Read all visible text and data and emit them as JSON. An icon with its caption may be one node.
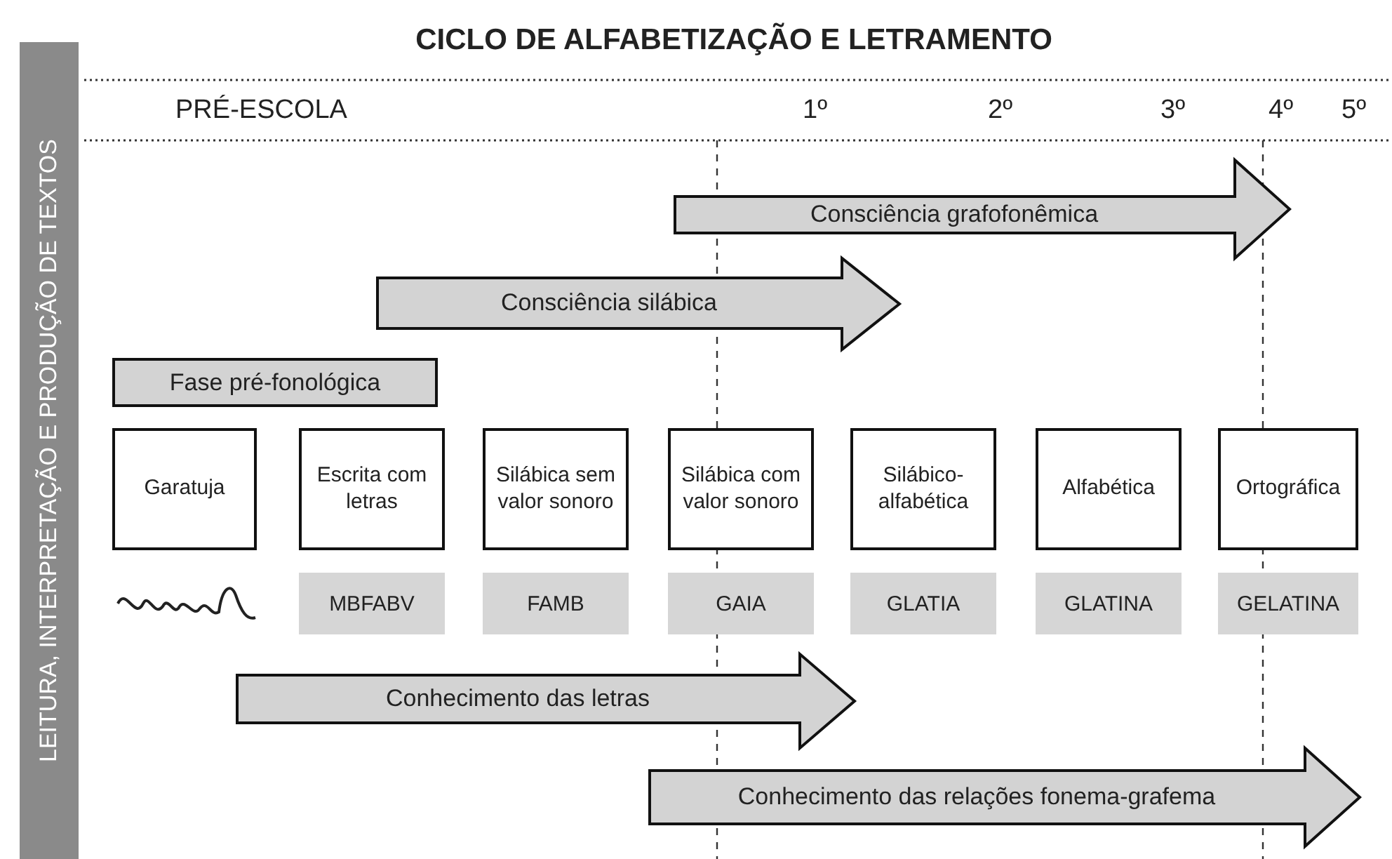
{
  "diagram": {
    "title": "CICLO DE ALFABETIZAÇÃO E LETRAMENTO",
    "nodes": [
      {
        "text": [
          "LEITURA, INTERPRETAÇÃO E PRODUÇÃO DE TEXTOS"
        ]
      },
      {
        "text": [
          "Consciência grafofonêmica"
        ]
      },
      {
        "text": [
          "Consciência silábica"
        ]
      },
      {
        "text": [
          "Fase pré-fonológica"
        ]
      },
      {
        "text": [
          "Garatuja"
        ]
      },
      {
        "text": [
          "Escrita com letras"
        ]
      },
      {
        "text": [
          "Silábica sem valor sonoro"
        ]
      },
      {
        "text": [
          "Silábica com valor sonoro"
        ]
      },
      {
        "text": [
          "Silábico-alfabética"
        ]
      },
      {
        "text": [
          "Alfabética"
        ]
      },
      {
        "text": [
          "Ortográfica"
        ]
      },
      {
        "text": [
          "MBFABV"
        ]
      },
      {
        "text": [
          "FAMB"
        ]
      },
      {
        "text": [
          "GAIA"
        ]
      },
      {
        "text": [
          "GLATIA"
        ]
      },
      {
        "text": [
          "GLATINA"
        ]
      },
      {
        "text": [
          "GELATINA"
        ]
      },
      {
        "text": [
          "Conhecimento das letras"
        ]
      },
      {
        "text": [
          "Conhecimento das relações fonema-grafema"
        ]
      }
    ],
    "labels": [
      "PRÉ-ESCOLA",
      "1º",
      "2º",
      "3º",
      "4º",
      "5º"
    ]
  }
}
